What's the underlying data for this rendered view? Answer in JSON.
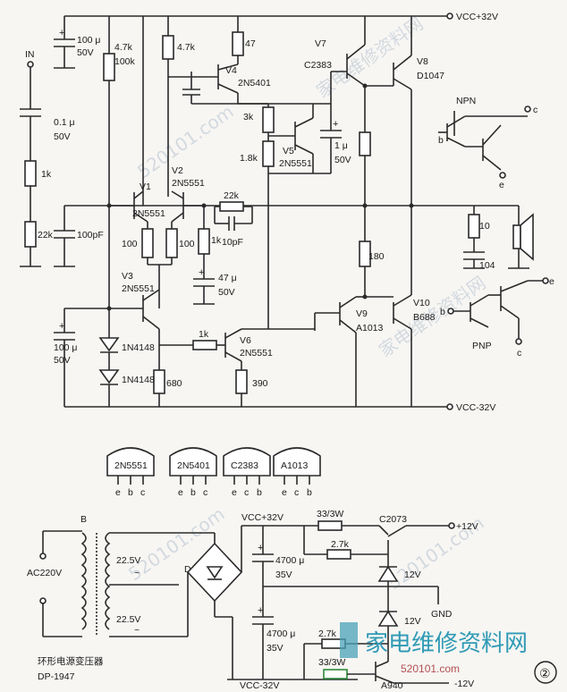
{
  "rails": {
    "vcc_pos": "VCC+32V",
    "vcc_neg": "VCC-32V"
  },
  "labels": {
    "in": "IN",
    "c_in": "0.1 μ",
    "c_in_v": "50V",
    "r_in": "1k",
    "r_in2": "22k",
    "c_in3": "100pF",
    "c_top": "100 μ",
    "c_top_v": "50V",
    "r47k_a": "4.7k",
    "r100k": "100k",
    "r47k_b": "4.7k",
    "r47": "47",
    "v4": "V4",
    "v4_t": "2N5401",
    "v7": "V7",
    "v7_t": "C2383",
    "v8": "V8",
    "v8_t": "D1047",
    "r3k": "3k",
    "r18k": "1.8k",
    "v5": "V5",
    "v5_t": "2N5551",
    "c1u": "1 μ",
    "c1u_v": "50V",
    "v1": "V1",
    "v1_t": "2N5551",
    "v2": "V2",
    "v2_t": "2N5551",
    "r22k_fb": "22k",
    "c10p": "10pF",
    "r1k_b": "1k",
    "r100_a": "100",
    "r100_b": "100",
    "c47u": "47 μ",
    "c47u_v": "50V",
    "v3": "V3",
    "v3_t": "2N5551",
    "c100u_b": "100 μ",
    "c100u_b_v": "50V",
    "d1": "1N4148",
    "d2": "1N4148",
    "r680": "680",
    "r1k_c": "1k",
    "v6": "V6",
    "v6_t": "2N5551",
    "r390": "390",
    "r180": "180",
    "v9": "V9",
    "v9_t": "A1013",
    "v10": "V10",
    "v10_t": "B688",
    "r10": "10",
    "c104": "104",
    "npn": "NPN",
    "pnp": "PNP",
    "pin_b": "b",
    "pin_c": "c",
    "pin_e": "e"
  },
  "packages": [
    {
      "name": "2N5551",
      "pins": [
        "e",
        "b",
        "c"
      ]
    },
    {
      "name": "2N5401",
      "pins": [
        "e",
        "b",
        "c"
      ]
    },
    {
      "name": "C2383",
      "pins": [
        "e",
        "c",
        "b"
      ]
    },
    {
      "name": "A1013",
      "pins": [
        "e",
        "c",
        "b"
      ]
    }
  ],
  "psu": {
    "b": "B",
    "ac": "AC220V",
    "sec1": "22.5V",
    "sec2": "22.5V",
    "d": "D",
    "vcc_pos": "VCC+32V",
    "vcc_neg": "VCC-32V",
    "c1": "4700 μ",
    "c1_v": "35V",
    "c2": "4700 μ",
    "c2_v": "35V",
    "r33a": "33/3W",
    "r27a": "2.7k",
    "c2073": "C2073",
    "p12": "+12V",
    "z1": "12V",
    "gnd": "GND",
    "z2": "12V",
    "r27b": "2.7k",
    "r33b": "33/3W",
    "a940": "A940",
    "n12": "-12V",
    "title": "环形电源变压器",
    "model": "DP-1947"
  },
  "figure": {
    "num": "②"
  },
  "watermark": {
    "site": "家电维修资料网",
    "url": "520101.com"
  }
}
